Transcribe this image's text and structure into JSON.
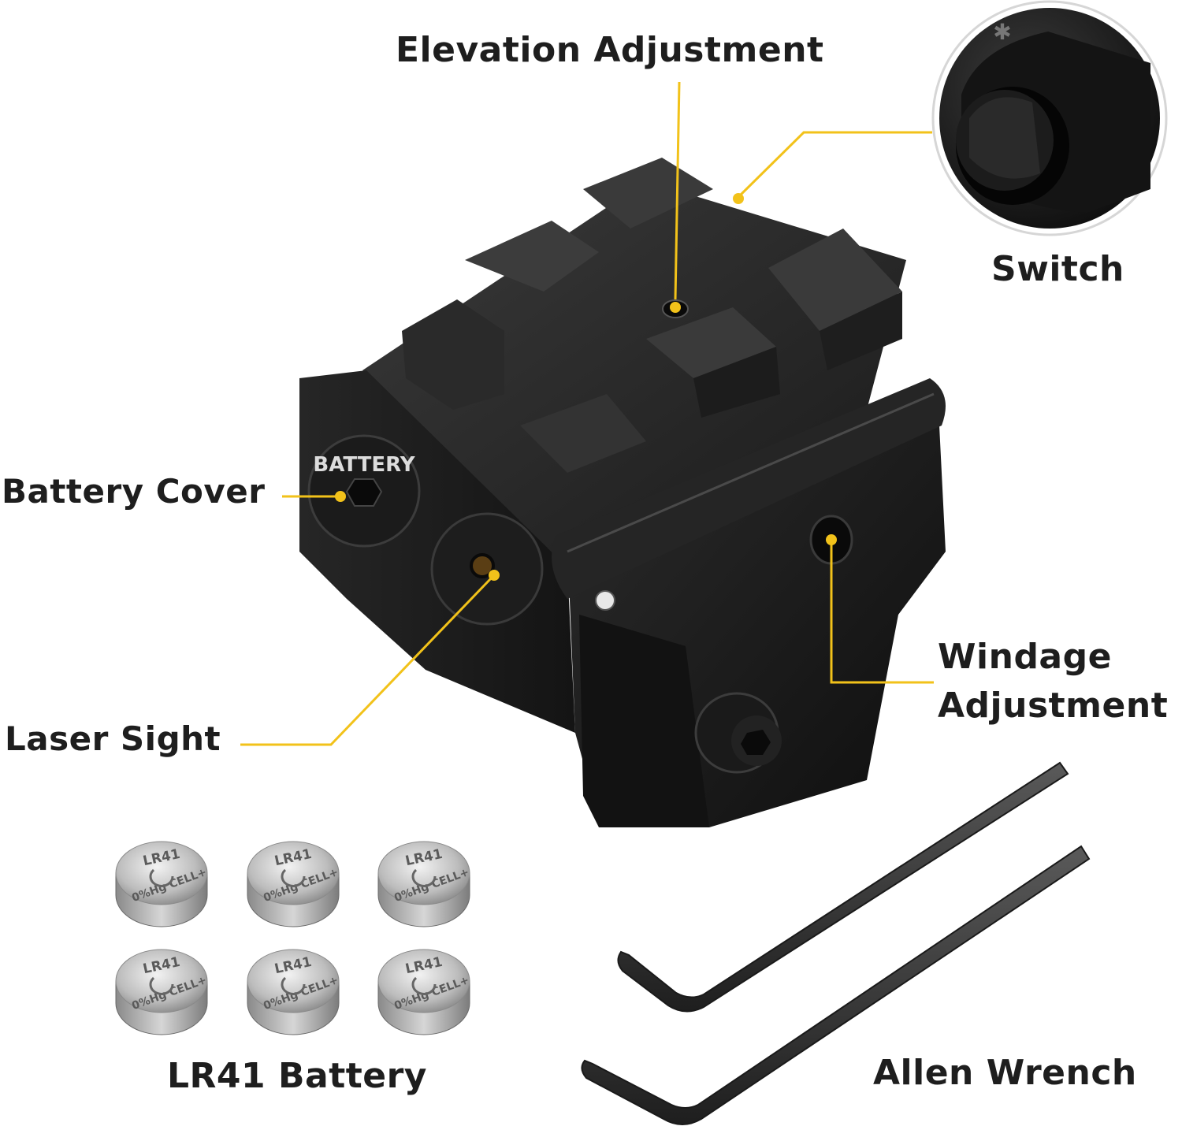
{
  "labels": {
    "elevation": "Elevation Adjustment",
    "switch": "Switch",
    "battery_cover": "Battery Cover",
    "laser_sight": "Laser Sight",
    "windage_line1": "Windage",
    "windage_line2": "Adjustment",
    "battery": "LR41 Battery",
    "allen": "Allen Wrench"
  },
  "cover_text": "BATTERY",
  "cell_text": {
    "model": "LR41",
    "spec": "0%Hg CELL+"
  },
  "colors": {
    "accent": "#f2c21a",
    "body": "#1c1c1c",
    "background": "#ffffff"
  }
}
